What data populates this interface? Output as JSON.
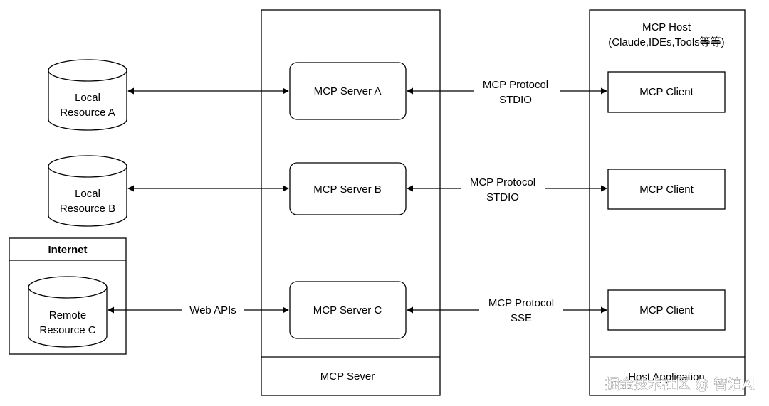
{
  "host": {
    "title": "MCP Host",
    "subtitle": "(Claude,IDEs,Tools等等)",
    "footer": "Host Application",
    "clients": [
      "MCP Client",
      "MCP Client",
      "MCP Client"
    ]
  },
  "server_container": {
    "footer": "MCP Sever",
    "servers": [
      "MCP Server A",
      "MCP Server B",
      "MCP Server C"
    ]
  },
  "resources": {
    "local_a": [
      "Local",
      "Resource A"
    ],
    "local_b": [
      "Local",
      "Resource B"
    ],
    "remote_c": [
      "Remote",
      "Resource C"
    ]
  },
  "internet": {
    "title": "Internet"
  },
  "connections": {
    "web_apis": "Web APIs",
    "protocol_a": [
      "MCP Protocol",
      "STDIO"
    ],
    "protocol_b": [
      "MCP Protocol",
      "STDIO"
    ],
    "protocol_c": [
      "MCP Protocol",
      "SSE"
    ]
  },
  "watermark": "掘金技术社区 @ 智泊AI"
}
